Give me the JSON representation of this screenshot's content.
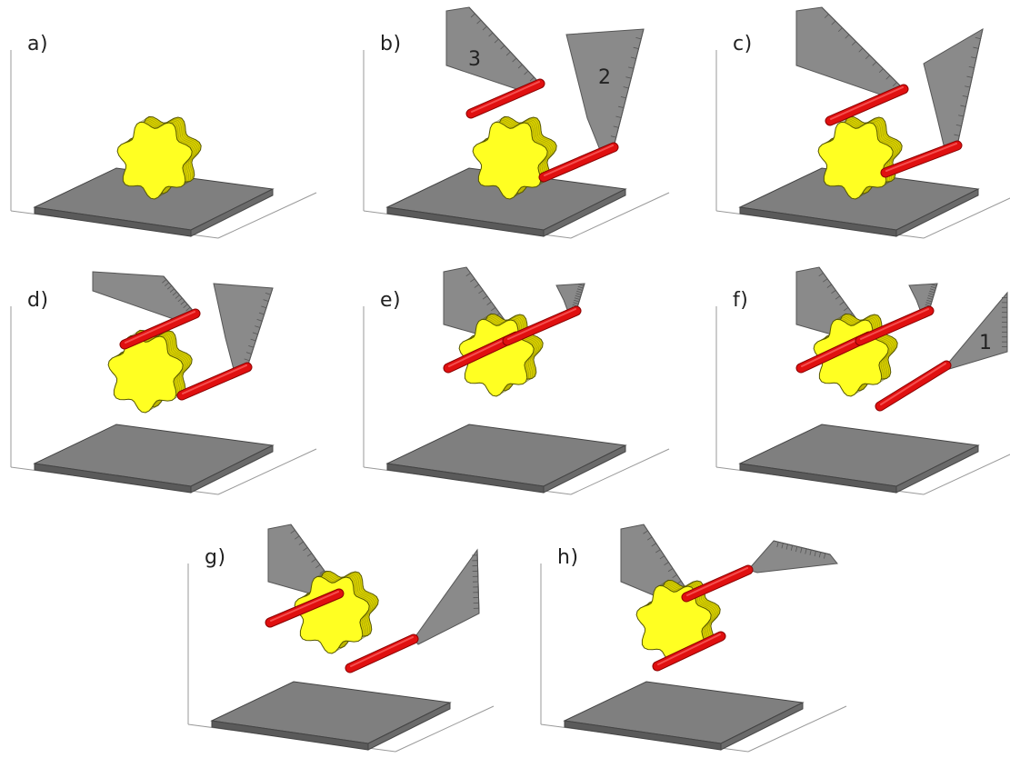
{
  "figure": {
    "colors": {
      "background": "#ffffff",
      "axis": "#999999",
      "plate_top": "#7f7f7f",
      "plate_side": "#5a5a5a",
      "gripper": "#8a8a8a",
      "gripper_edge": "#555555",
      "rod": "#e01010",
      "rod_edge": "#8a0000",
      "object": "#ffff22",
      "object_side": "#d8d000",
      "object_edge": "#555500"
    },
    "panels": [
      {
        "label": "a)",
        "phase": "object-on-plate",
        "gripper_labels": []
      },
      {
        "label": "b)",
        "phase": "grippers-approach",
        "gripper_labels": [
          "3",
          "2"
        ]
      },
      {
        "label": "c)",
        "phase": "grippers-close",
        "gripper_labels": []
      },
      {
        "label": "d)",
        "phase": "object-lifted",
        "gripper_labels": []
      },
      {
        "label": "e)",
        "phase": "object-rotated",
        "gripper_labels": []
      },
      {
        "label": "f)",
        "phase": "third-gripper-approach",
        "gripper_labels": [
          "1"
        ]
      },
      {
        "label": "g)",
        "phase": "handover",
        "gripper_labels": []
      },
      {
        "label": "h)",
        "phase": "regrasp",
        "gripper_labels": []
      }
    ]
  }
}
